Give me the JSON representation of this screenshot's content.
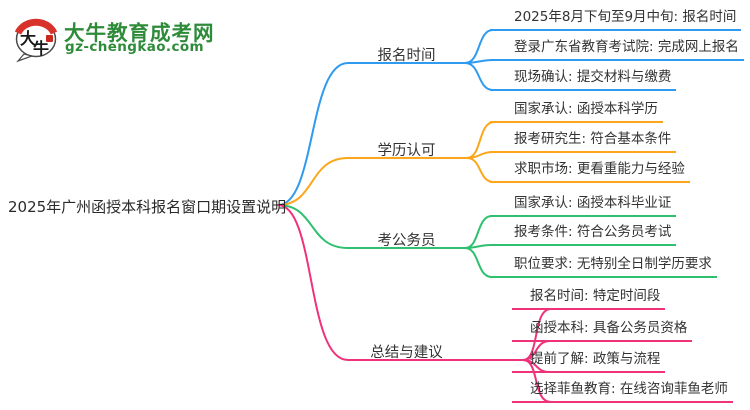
{
  "logo": {
    "icon_char_1": "大",
    "icon_char_2": "牛",
    "title": "大牛教育成考网",
    "subtitle": "gz-chengkao.com",
    "brand_green": "#2E8B3A",
    "brand_red": "#D8332A"
  },
  "root": {
    "label": "2025年广州函授本科报名窗口期设置说明"
  },
  "branches": [
    {
      "label": "报名时间",
      "color": "#2E9BF0",
      "leaves": [
        "2025年8月下旬至9月中旬: 报名时间",
        "登录广东省教育考试院: 完成网上报名",
        "现场确认: 提交材料与缴费"
      ]
    },
    {
      "label": "学历认可",
      "color": "#FBA61B",
      "leaves": [
        "国家承认: 函授本科学历",
        "报考研究生: 符合基本条件",
        "求职市场: 更看重能力与经验"
      ]
    },
    {
      "label": "考公务员",
      "color": "#2EC06E",
      "leaves": [
        "国家承认: 函授本科毕业证",
        "报考条件: 符合公务员考试",
        "职位要求: 无特别全日制学历要求"
      ]
    },
    {
      "label": "总结与建议",
      "color": "#F0327A",
      "leaves": [
        "报名时间: 特定时间段",
        "函授本科: 具备公务员资格",
        "提前了解: 政策与流程",
        "选择菲鱼教育: 在线咨询菲鱼老师"
      ]
    }
  ]
}
